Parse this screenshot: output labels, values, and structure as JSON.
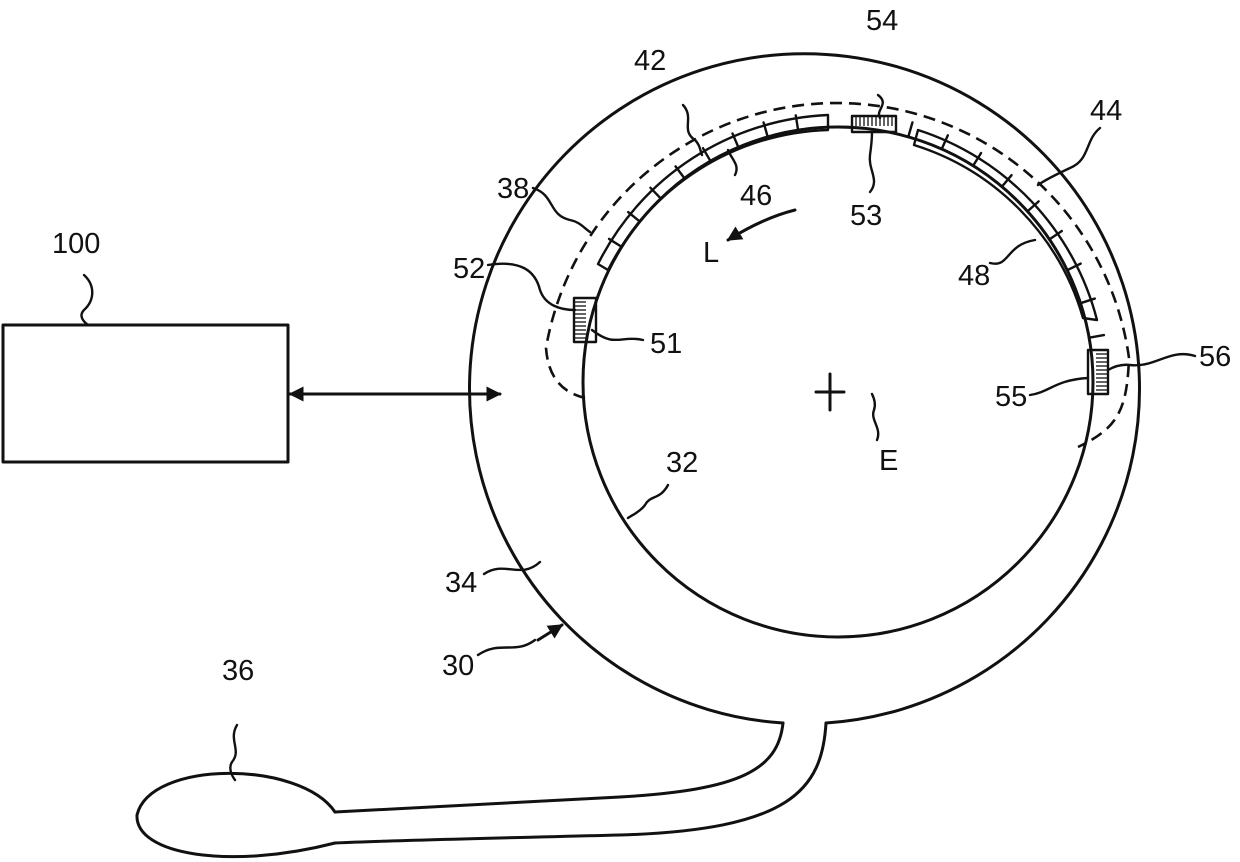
{
  "labels": {
    "controller": "100",
    "bulb": "36",
    "cuff": "30",
    "cuff_outer": "34",
    "cuff_inner": "32",
    "bladder": "38",
    "strip_left": "42",
    "strip_right": "44",
    "strip_left_inner": "46",
    "strip_right_inner": "48",
    "pad_left_inner": "51",
    "pad_left_outer": "52",
    "pad_top_inner": "53",
    "pad_top_outer": "54",
    "pad_right_inner": "55",
    "pad_right_outer": "56",
    "center": "E",
    "direction": "L"
  }
}
